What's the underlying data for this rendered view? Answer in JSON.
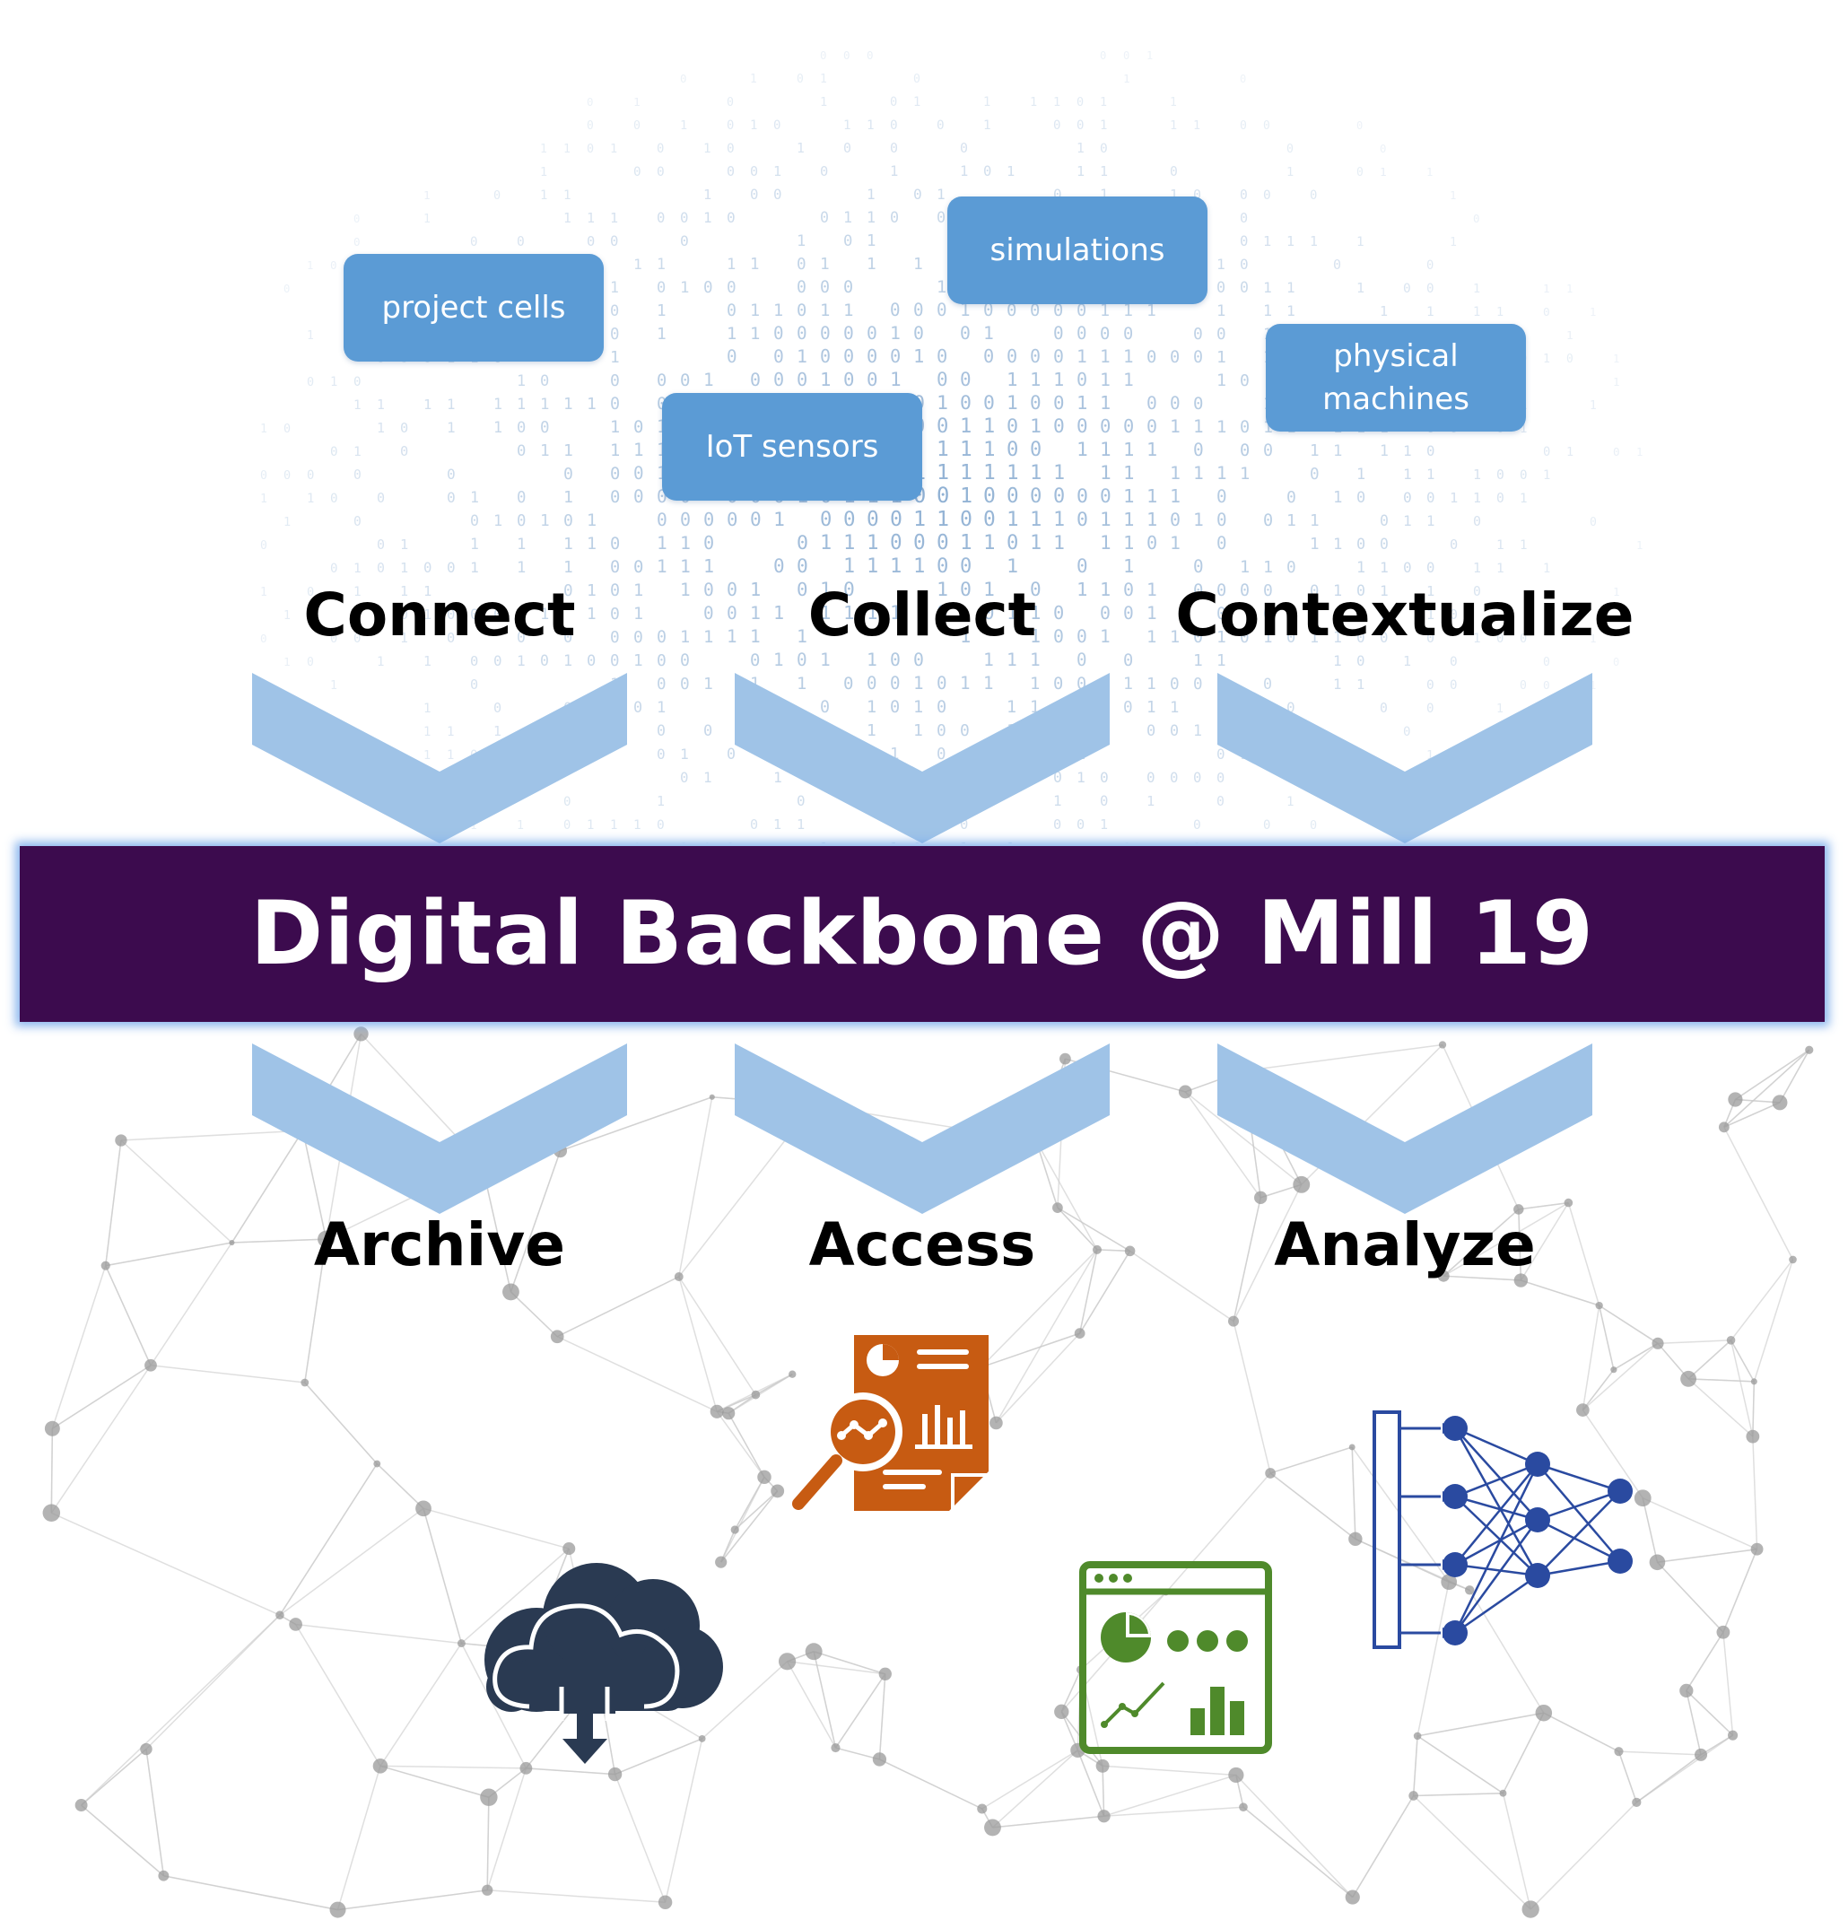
{
  "sources": {
    "project_cells": "project cells",
    "simulations": "simulations",
    "iot_sensors": "IoT sensors",
    "physical_machines_line1": "physical",
    "physical_machines_line2": "machines"
  },
  "inputs": {
    "connect": "Connect",
    "collect": "Collect",
    "contextualize": "Contextualize"
  },
  "banner": {
    "title": "Digital Backbone @ Mill 19"
  },
  "outputs": {
    "archive": "Archive",
    "access": "Access",
    "analyze": "Analyze"
  },
  "icons": {
    "archive": "cloud-download-icon",
    "access_report": "report-search-icon",
    "access_dashboard": "dashboard-icon",
    "analyze": "neural-network-icon"
  },
  "colors": {
    "banner": "#3c0b4e",
    "banner_glow": "#78aaeb",
    "source_tag": "#5b9bd5",
    "chevron": "#9fc3e7",
    "binary_digits": "#8fb0d3",
    "network": "#9a9a9a",
    "cloud_icon": "#2a3a52",
    "report_icon": "#c75b12",
    "dashboard_icon": "#4f8a2b",
    "neural_icon": "#2a4aa0"
  }
}
